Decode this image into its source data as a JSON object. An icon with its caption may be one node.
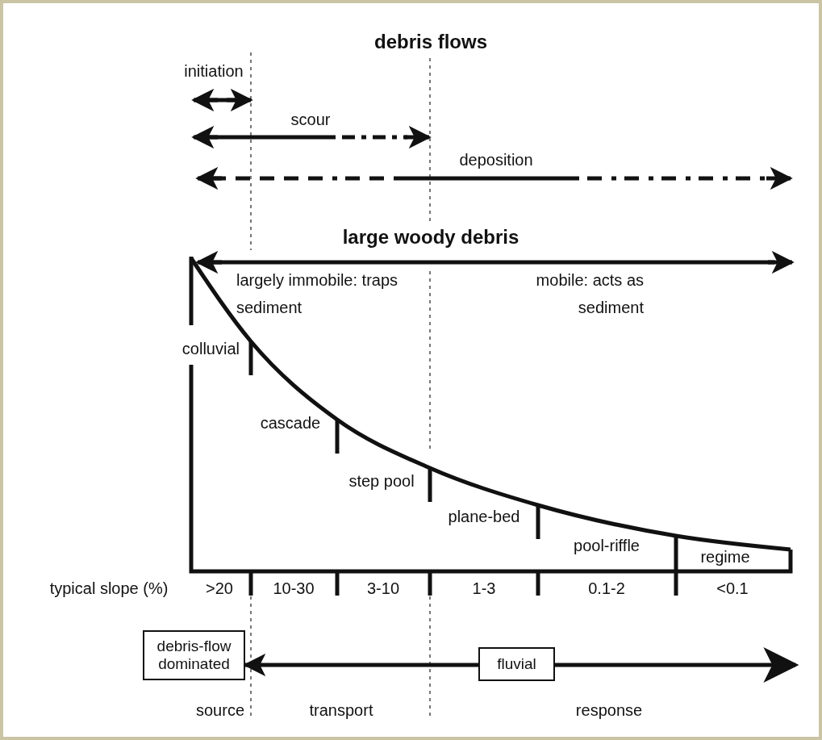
{
  "diagram": {
    "nodes": [
      {
        "text": [
          "debris-flow dominated"
        ]
      },
      {
        "text": [
          "fluvial"
        ]
      }
    ],
    "edges": [
      {
        "from": 1,
        "to": 0,
        "arrow": "to"
      },
      {
        "from": 1,
        "to": null,
        "arrow": "to"
      }
    ],
    "labels": [
      "debris flows",
      "initiation",
      "scour",
      "deposition",
      "large woody debris",
      "largely immobile: traps sediment",
      "mobile: acts as sediment",
      "colluvial",
      "cascade",
      "step pool",
      "plane-bed",
      "pool-riffle",
      "regime",
      "typical slope (%)",
      ">20",
      "10-30",
      "3-10",
      "1-3",
      "0.1-2",
      "<0.1",
      "source",
      "transport",
      "response"
    ]
  }
}
